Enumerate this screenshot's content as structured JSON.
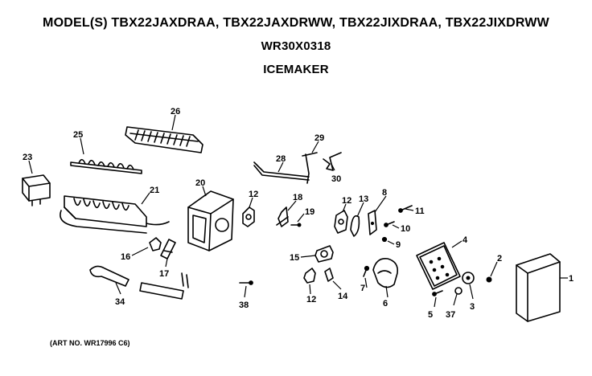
{
  "header": {
    "title": "MODEL(S) TBX22JAXDRAA, TBX22JAXDRWW, TBX22JIXDRAA, TBX22JIXDRWW",
    "part_number": "WR30X0318",
    "section": "ICEMAKER"
  },
  "footer": {
    "art_no": "(ART NO. WR17996 C6)"
  },
  "callouts": {
    "c1": "1",
    "c2": "2",
    "c3": "3",
    "c4": "4",
    "c5": "5",
    "c6": "6",
    "c7": "7",
    "c8": "8",
    "c9": "9",
    "c10": "10",
    "c11": "11",
    "c12a": "12",
    "c12b": "12",
    "c12c": "12",
    "c13": "13",
    "c14": "14",
    "c15": "15",
    "c16": "16",
    "c17": "17",
    "c18": "18",
    "c19": "19",
    "c20": "20",
    "c21": "21",
    "c23": "23",
    "c25": "25",
    "c26": "26",
    "c28": "28",
    "c29": "29",
    "c30": "30",
    "c34": "34",
    "c37": "37",
    "c38": "38"
  }
}
